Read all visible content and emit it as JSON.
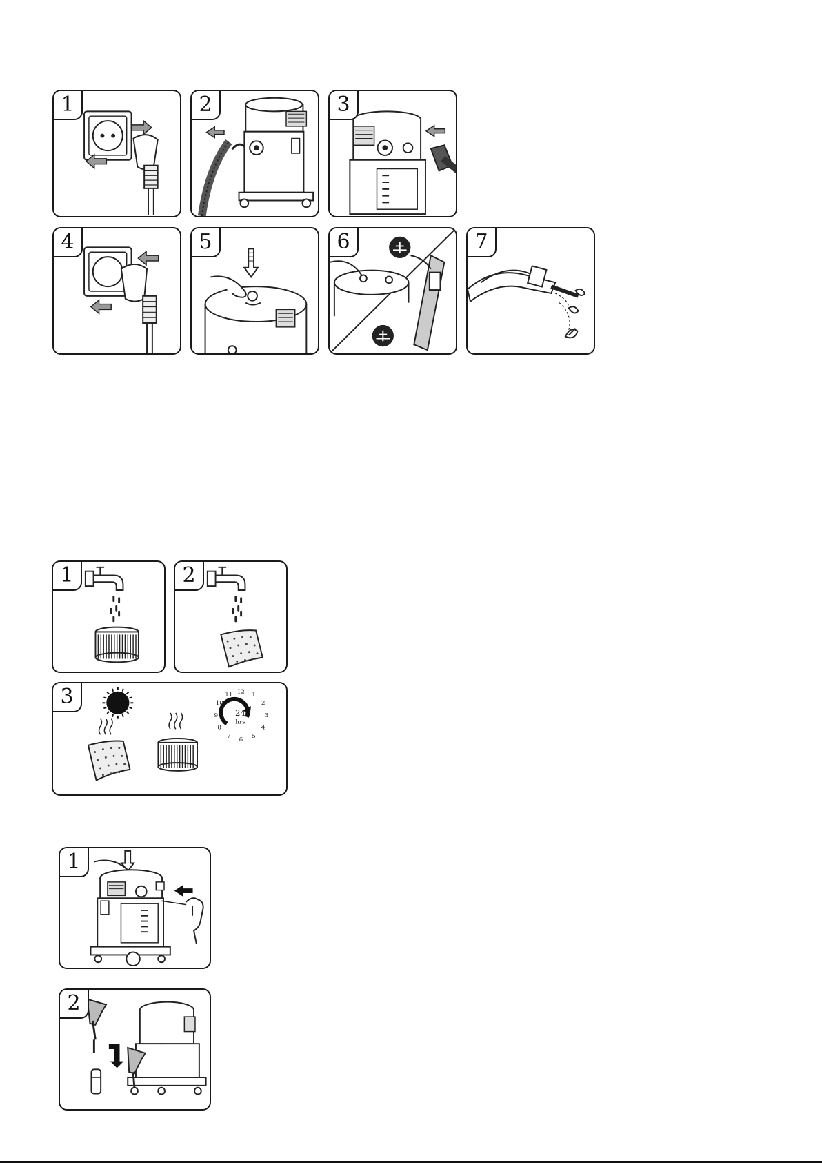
{
  "section_a": {
    "steps": [
      {
        "label": "1",
        "icon": "wall-socket-unplug-icon"
      },
      {
        "label": "2",
        "icon": "hose-detach-icon"
      },
      {
        "label": "3",
        "icon": "hose-connect-icon"
      },
      {
        "label": "4",
        "icon": "wall-socket-plug-icon"
      },
      {
        "label": "5",
        "icon": "power-button-press-icon"
      },
      {
        "label": "6",
        "icon": "mode-switch-icon"
      },
      {
        "label": "7",
        "icon": "handle-suction-icon"
      }
    ]
  },
  "section_b": {
    "steps": [
      {
        "label": "1",
        "icon": "faucet-rinse-cartridge-filter-icon"
      },
      {
        "label": "2",
        "icon": "faucet-rinse-foam-filter-icon"
      },
      {
        "label": "3",
        "icon": "sun-dry-filters-icon"
      }
    ],
    "clock": {
      "center_value": "24",
      "center_unit": "hrs",
      "numbers": [
        "12",
        "1",
        "2",
        "3",
        "4",
        "5",
        "6",
        "7",
        "8",
        "9",
        "10",
        "11"
      ]
    }
  },
  "section_c": {
    "steps": [
      {
        "label": "1",
        "icon": "lid-release-icon"
      },
      {
        "label": "2",
        "icon": "tool-storage-icon"
      }
    ]
  },
  "colors": {
    "line": "#1a1a1a",
    "background": "#ffffff"
  }
}
